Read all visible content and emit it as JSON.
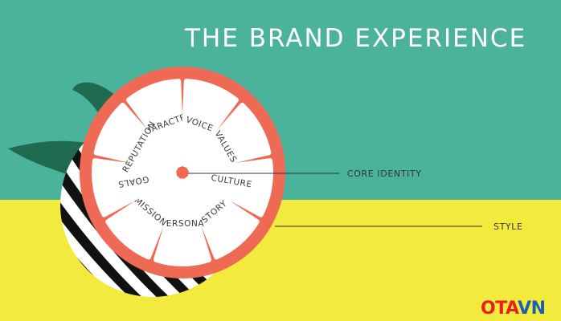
{
  "title": "THE BRAND EXPERIENCE",
  "segments": [
    {
      "label": "CHARACTER"
    },
    {
      "label": "VOICE"
    },
    {
      "label": "VALUES"
    },
    {
      "label": "CULTURE"
    },
    {
      "label": "STORY"
    },
    {
      "label": "PERSONA"
    },
    {
      "label": "MISSION"
    },
    {
      "label": "GOALS"
    },
    {
      "label": "REPUTATION"
    }
  ],
  "callouts": {
    "core_identity": "CORE IDENTITY",
    "style": "STYLE"
  },
  "watermark": {
    "part1": "OTA",
    "part2": "VN"
  },
  "colors": {
    "teal": "#4bb29b",
    "yellow": "#f2ea3d",
    "flesh": "#ef6a55",
    "leaf": "#1f6b4f",
    "stripe": "#111111"
  }
}
